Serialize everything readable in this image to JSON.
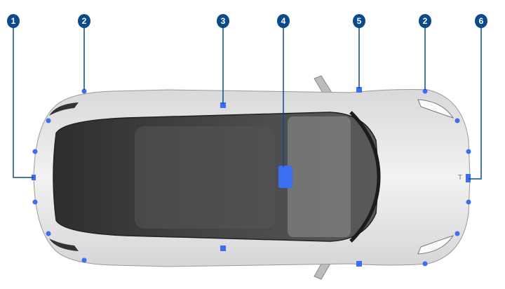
{
  "callouts": [
    {
      "label": "1"
    },
    {
      "label": "2"
    },
    {
      "label": "3"
    },
    {
      "label": "4"
    },
    {
      "label": "5"
    },
    {
      "label": "2"
    },
    {
      "label": "6"
    }
  ],
  "colors": {
    "callout": "#0b4a8b",
    "sensor": "#3b6ff2",
    "body": "#e4e4e6",
    "glass": "#3a3a3c"
  }
}
